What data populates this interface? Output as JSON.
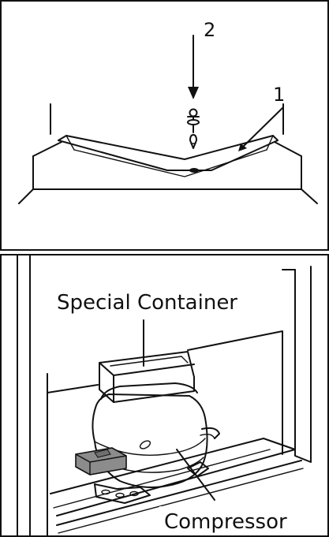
{
  "top_diagram": {
    "callout_1": "1",
    "callout_2": "2"
  },
  "bottom_diagram": {
    "special_container_label": "Special Container",
    "compressor_label": "Compressor"
  },
  "colors": {
    "line": "#111111",
    "background": "#ffffff",
    "part_fill": "#ffffff",
    "terminal_box_fill": "#8c8c8c"
  }
}
